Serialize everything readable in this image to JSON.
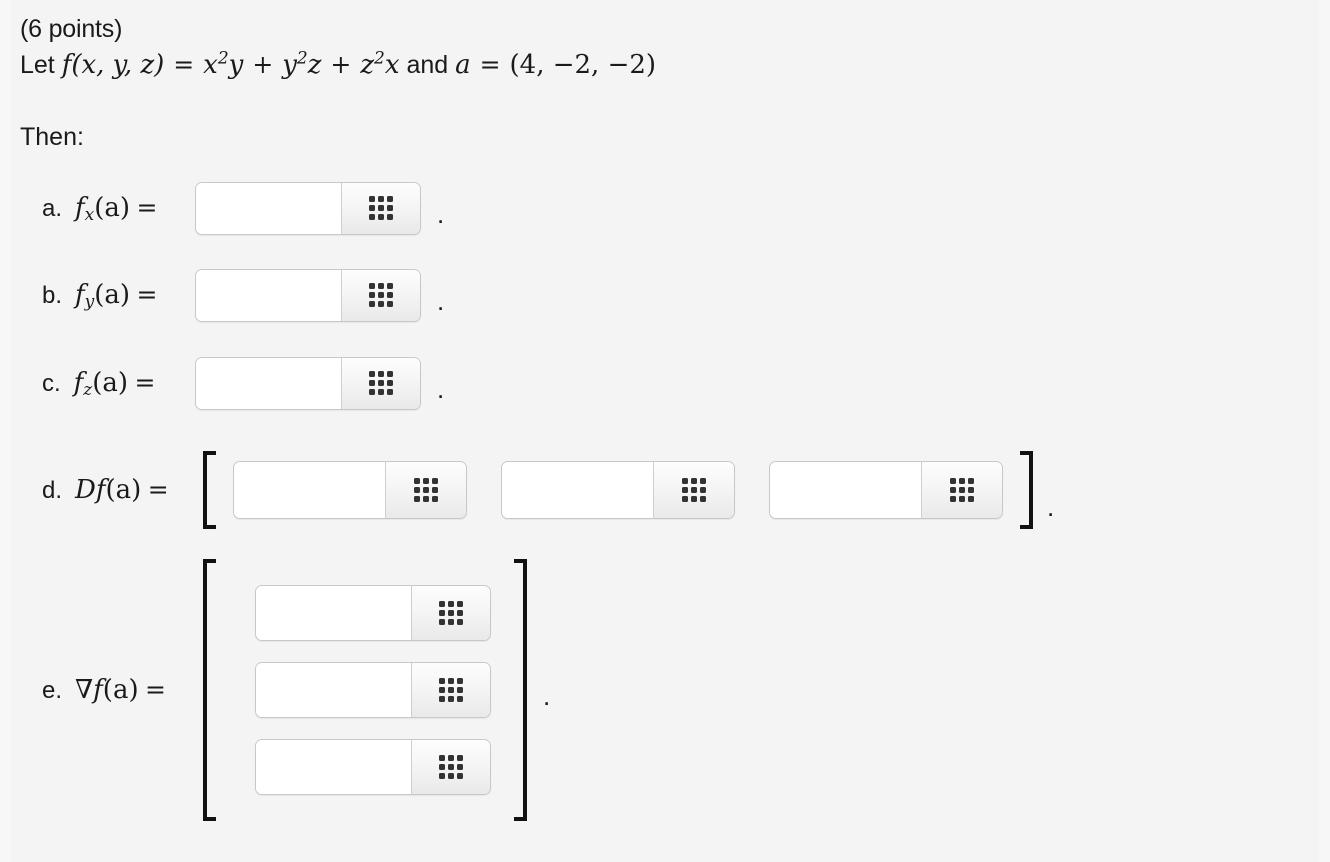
{
  "header": {
    "points": "(6 points)",
    "statement": {
      "lead": "Let",
      "fn_name": "f",
      "fn_args": "(x, y, z)",
      "equals": "=",
      "term1_base": "x",
      "term1_exp": "2",
      "term1_var": "y",
      "plus1": "+",
      "term2_base": "y",
      "term2_exp": "2",
      "term2_var": "z",
      "plus2": "+",
      "term3_base": "z",
      "term3_exp": "2",
      "term3_var": "x",
      "and": "and",
      "point_var": "a",
      "point_equals": "=",
      "point_value": "(4, −2, −2)",
      "plain": "Let f(x, y, z) = x²y + y²z + z²x and a = (4, −2, −2)"
    },
    "then": "Then:"
  },
  "icons": {
    "keypad": "math-keypad-icon"
  },
  "punctuation": {
    "period": "."
  },
  "brackets": {
    "left": "[",
    "right": "]"
  },
  "questions": [
    {
      "marker": "a.",
      "fn": "f",
      "subscript": "x",
      "args": "(a)",
      "equals": "=",
      "plain_label": "a. f_x(a) =",
      "input_value": "",
      "placeholder": "",
      "keypad_label": "math-keypad",
      "trailing": "."
    },
    {
      "marker": "b.",
      "fn": "f",
      "subscript": "y",
      "args": "(a)",
      "equals": "=",
      "plain_label": "b. f_y(a) =",
      "input_value": "",
      "placeholder": "",
      "keypad_label": "math-keypad",
      "trailing": "."
    },
    {
      "marker": "c.",
      "fn": "f",
      "subscript": "z",
      "args": "(a)",
      "equals": "=",
      "plain_label": "c. f_z(a) =",
      "input_value": "",
      "placeholder": "",
      "keypad_label": "math-keypad",
      "trailing": "."
    }
  ],
  "derivative_row": {
    "marker": "d.",
    "operator": "D",
    "fn": "f",
    "args": "(a)",
    "equals": "=",
    "plain_label": "d. Df(a) =",
    "trailing": ".",
    "inputs": [
      {
        "input_value": "",
        "placeholder": "",
        "keypad_label": "math-keypad"
      },
      {
        "input_value": "",
        "placeholder": "",
        "keypad_label": "math-keypad"
      },
      {
        "input_value": "",
        "placeholder": "",
        "keypad_label": "math-keypad"
      }
    ]
  },
  "gradient_row": {
    "marker": "e.",
    "operator": "∇",
    "fn": "f",
    "args": "(a)",
    "equals": "=",
    "plain_label": "e. ∇f(a) =",
    "trailing": ".",
    "inputs": [
      {
        "input_value": "",
        "placeholder": "",
        "keypad_label": "math-keypad"
      },
      {
        "input_value": "",
        "placeholder": "",
        "keypad_label": "math-keypad"
      },
      {
        "input_value": "",
        "placeholder": "",
        "keypad_label": "math-keypad"
      }
    ]
  },
  "colors": {
    "background": "#f4f4f4",
    "text": "#1a1a1a",
    "input_background": "#ffffff",
    "input_border": "#c8c8c8",
    "keypad_dot": "#333333",
    "bracket": "#111111"
  }
}
